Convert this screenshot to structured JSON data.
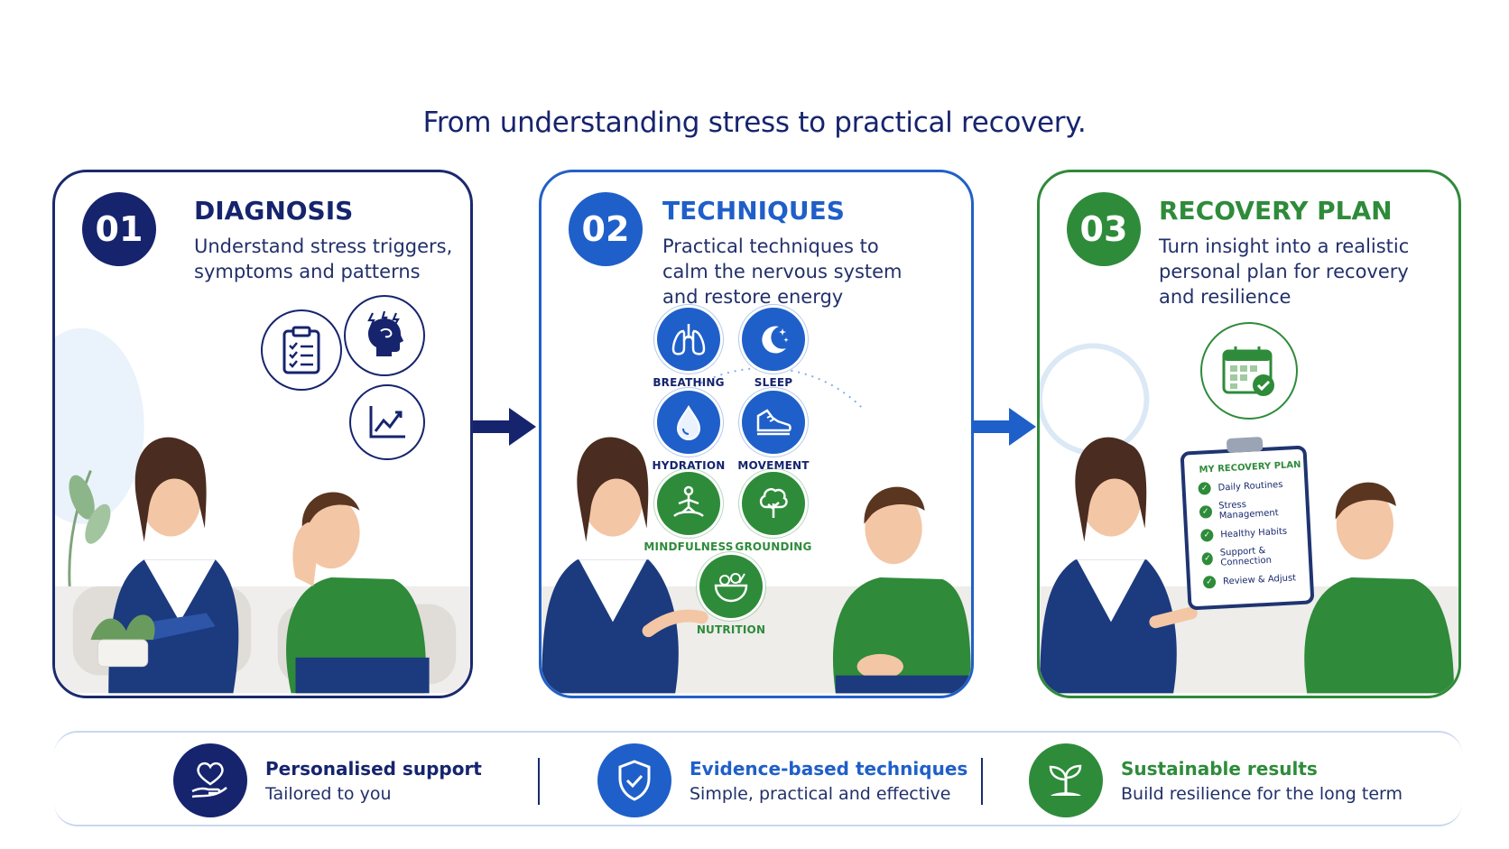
{
  "headline": "From understanding stress to practical recovery.",
  "colors": {
    "navy": "#16246e",
    "blue": "#1f5fc9",
    "green": "#2e8b3a"
  },
  "steps": [
    {
      "number": "01",
      "title": "DIAGNOSIS",
      "description": "Understand stress triggers, symptoms and patterns",
      "color": "#16246e",
      "icons": [
        "clipboard-checklist-icon",
        "head-stress-icon",
        "trend-chart-icon"
      ]
    },
    {
      "number": "02",
      "title": "TECHNIQUES",
      "description": "Practical techniques to calm the nervous system and restore energy",
      "color": "#1f5fc9",
      "techniques": [
        {
          "label": "BREATHING",
          "icon": "lungs-icon",
          "color": "#1f5fc9"
        },
        {
          "label": "SLEEP",
          "icon": "moon-icon",
          "color": "#1f5fc9"
        },
        {
          "label": "HYDRATION",
          "icon": "water-drop-icon",
          "color": "#1f5fc9"
        },
        {
          "label": "MOVEMENT",
          "icon": "shoe-icon",
          "color": "#1f5fc9"
        },
        {
          "label": "MINDFULNESS",
          "icon": "meditation-icon",
          "color": "#2e8b3a"
        },
        {
          "label": "GROUNDING",
          "icon": "tree-icon",
          "color": "#2e8b3a"
        },
        {
          "label": "NUTRITION",
          "icon": "salad-bowl-icon",
          "color": "#2e8b3a"
        }
      ]
    },
    {
      "number": "03",
      "title": "RECOVERY PLAN",
      "description": "Turn insight into a realistic personal plan for recovery and resilience",
      "color": "#2e8b3a",
      "plan": {
        "title": "MY RECOVERY PLAN",
        "items": [
          "Daily Routines",
          "Stress Management",
          "Healthy Habits",
          "Support & Connection",
          "Review & Adjust"
        ]
      }
    }
  ],
  "features": [
    {
      "title": "Personalised support",
      "subtitle": "Tailored to you",
      "icon": "heart-hand-icon",
      "color": "#16246e"
    },
    {
      "title": "Evidence-based techniques",
      "subtitle": "Simple, practical and effective",
      "icon": "shield-check-icon",
      "color": "#1f5fc9"
    },
    {
      "title": "Sustainable results",
      "subtitle": "Build resilience for the long term",
      "icon": "sprout-icon",
      "color": "#2e8b3a"
    }
  ]
}
